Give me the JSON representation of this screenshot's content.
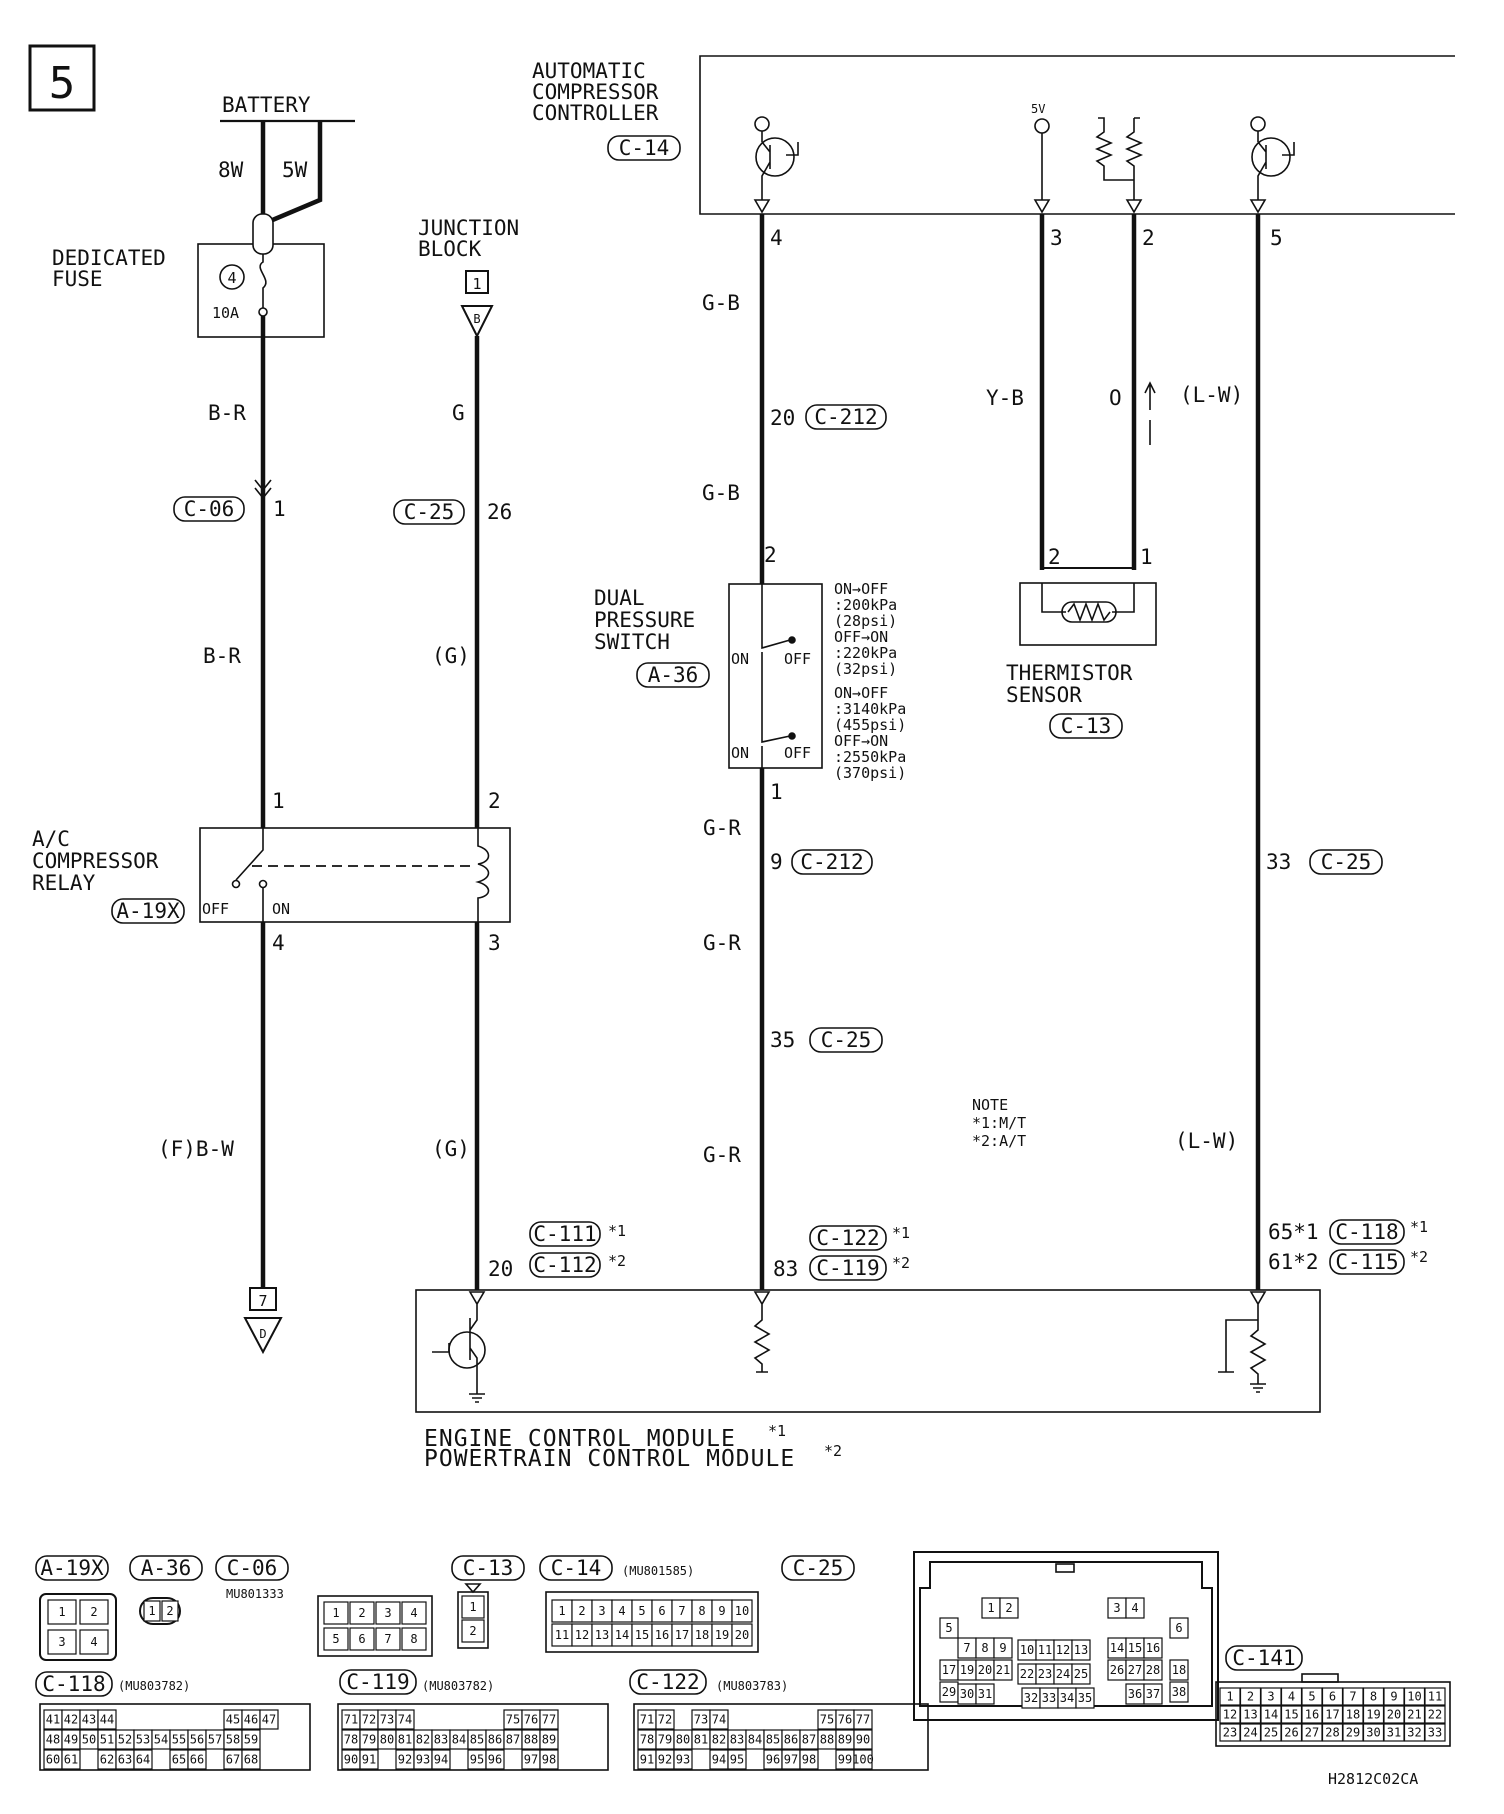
{
  "page": {
    "number": "5",
    "code": "H2812C02CA"
  },
  "battery": {
    "label": "BATTERY",
    "wire_a": "8W",
    "wire_b": "5W"
  },
  "fuse": {
    "label_1": "DEDICATED",
    "label_2": "FUSE",
    "number": "4",
    "rating": "10A"
  },
  "junction": {
    "label_1": "JUNCTION",
    "label_2": "BLOCK",
    "ref": "1",
    "letter": "B"
  },
  "acc": {
    "label_1": "AUTOMATIC",
    "label_2": "COMPRESSOR",
    "label_3": "CONTROLLER",
    "connector": "C-14",
    "volt": "5V"
  },
  "thermistor": {
    "label_1": "THERMISTOR",
    "label_2": "SENSOR",
    "connector": "C-13"
  },
  "dps": {
    "label_1": "DUAL",
    "label_2": "PRESSURE",
    "label_3": "SWITCH",
    "connector": "A-36",
    "on": "ON",
    "off": "OFF",
    "spec": [
      "ON→OFF",
      ":200kPa",
      "(28psi)",
      "OFF→ON",
      ":220kPa",
      "(32psi)",
      "ON→OFF",
      ":3140kPa",
      "(455psi)",
      "OFF→ON",
      ":2550kPa",
      "(370psi)"
    ]
  },
  "relay": {
    "label_1": "A/C",
    "label_2": "COMPRESSOR",
    "label_3": "RELAY",
    "connector": "A-19X",
    "off": "OFF",
    "on": "ON"
  },
  "wires": {
    "br": "B-R",
    "g": "G",
    "gp": "(G)",
    "fbw": "(F)B-W",
    "gb": "G-B",
    "gr": "G-R",
    "yb": "Y-B",
    "o": "O",
    "lw": "(L-W)"
  },
  "conn": {
    "c06": "C-06",
    "c25": "C-25",
    "c212": "C-212",
    "c111": "C-111",
    "c112": "C-112",
    "c122": "C-122",
    "c119": "C-119",
    "c118": "C-118",
    "c115": "C-115",
    "c141": "C-141"
  },
  "pins": {
    "p1": "1",
    "p2": "2",
    "p3": "3",
    "p4": "4",
    "p5": "5",
    "p9": "9",
    "p20": "20",
    "p26": "26",
    "p33": "33",
    "p35": "35",
    "p83": "83",
    "p65": "65*1",
    "p61": "61*2",
    "s1": "*1",
    "s2": "*2",
    "ref7": "7",
    "letterD": "D"
  },
  "note": {
    "title": "NOTE",
    "n1": "*1:M/T",
    "n2": "*2:A/T"
  },
  "ecm": {
    "line_1": "ENGINE CONTROL MODULE",
    "line_2": "POWERTRAIN CONTROL MODULE",
    "s1": "*1",
    "s2": "*2"
  },
  "legend": {
    "a19x": "A-19X",
    "a36": "A-36",
    "c06": "C-06",
    "c13": "C-13",
    "c14": "C-14",
    "c25": "C-25",
    "c118": "C-118",
    "c119": "C-119",
    "c122": "C-122",
    "c141": "C-141",
    "mu_c06": "MU801333",
    "mu_c14": "(MU801585)",
    "mu_c118": "(MU803782)",
    "mu_c119": "(MU803782)",
    "mu_c122": "(MU803783)"
  },
  "pinouts": {
    "a19x": [
      "1",
      "2",
      "3",
      "4"
    ],
    "a36": [
      "1",
      "2"
    ],
    "c13": [
      "1",
      "2"
    ],
    "c06": [
      "1",
      "2",
      "3",
      "4",
      "5",
      "6",
      "7",
      "8"
    ],
    "c14": [
      "1",
      "2",
      "3",
      "4",
      "5",
      "6",
      "7",
      "8",
      "9",
      "10",
      "11",
      "12",
      "13",
      "14",
      "15",
      "16",
      "17",
      "18",
      "19",
      "20"
    ],
    "c118": [
      "41",
      "42",
      "43",
      "44",
      "45",
      "46",
      "47",
      "48",
      "49",
      "50",
      "51",
      "52",
      "53",
      "54",
      "55",
      "56",
      "57",
      "58",
      "59",
      "60",
      "61",
      "62",
      "63",
      "64",
      "65",
      "66",
      "67",
      "68"
    ],
    "c119": [
      "71",
      "72",
      "73",
      "74",
      "75",
      "76",
      "77",
      "78",
      "79",
      "80",
      "81",
      "82",
      "83",
      "84",
      "85",
      "86",
      "87",
      "88",
      "89",
      "90",
      "91",
      "92",
      "93",
      "94",
      "95",
      "96",
      "97",
      "98"
    ],
    "c122": [
      "71",
      "72",
      "73",
      "74",
      "75",
      "76",
      "77",
      "78",
      "79",
      "80",
      "81",
      "82",
      "83",
      "84",
      "85",
      "86",
      "87",
      "88",
      "89",
      "90",
      "91",
      "92",
      "93",
      "94",
      "95",
      "96",
      "97",
      "98",
      "99",
      "100"
    ],
    "c25": [
      "1",
      "2",
      "3",
      "4",
      "5",
      "6",
      "7",
      "8",
      "9",
      "10",
      "11",
      "12",
      "13",
      "14",
      "15",
      "16",
      "17",
      "18",
      "19",
      "20",
      "21",
      "22",
      "23",
      "24",
      "25",
      "26",
      "27",
      "28",
      "29",
      "30",
      "31",
      "32",
      "33",
      "34",
      "35",
      "36",
      "37",
      "38"
    ],
    "c141": [
      "1",
      "2",
      "3",
      "4",
      "5",
      "6",
      "7",
      "8",
      "9",
      "10",
      "11",
      "12",
      "13",
      "14",
      "15",
      "16",
      "17",
      "18",
      "19",
      "20",
      "21",
      "22",
      "23",
      "24",
      "25",
      "26",
      "27",
      "28",
      "29",
      "30",
      "31",
      "32",
      "33"
    ]
  }
}
